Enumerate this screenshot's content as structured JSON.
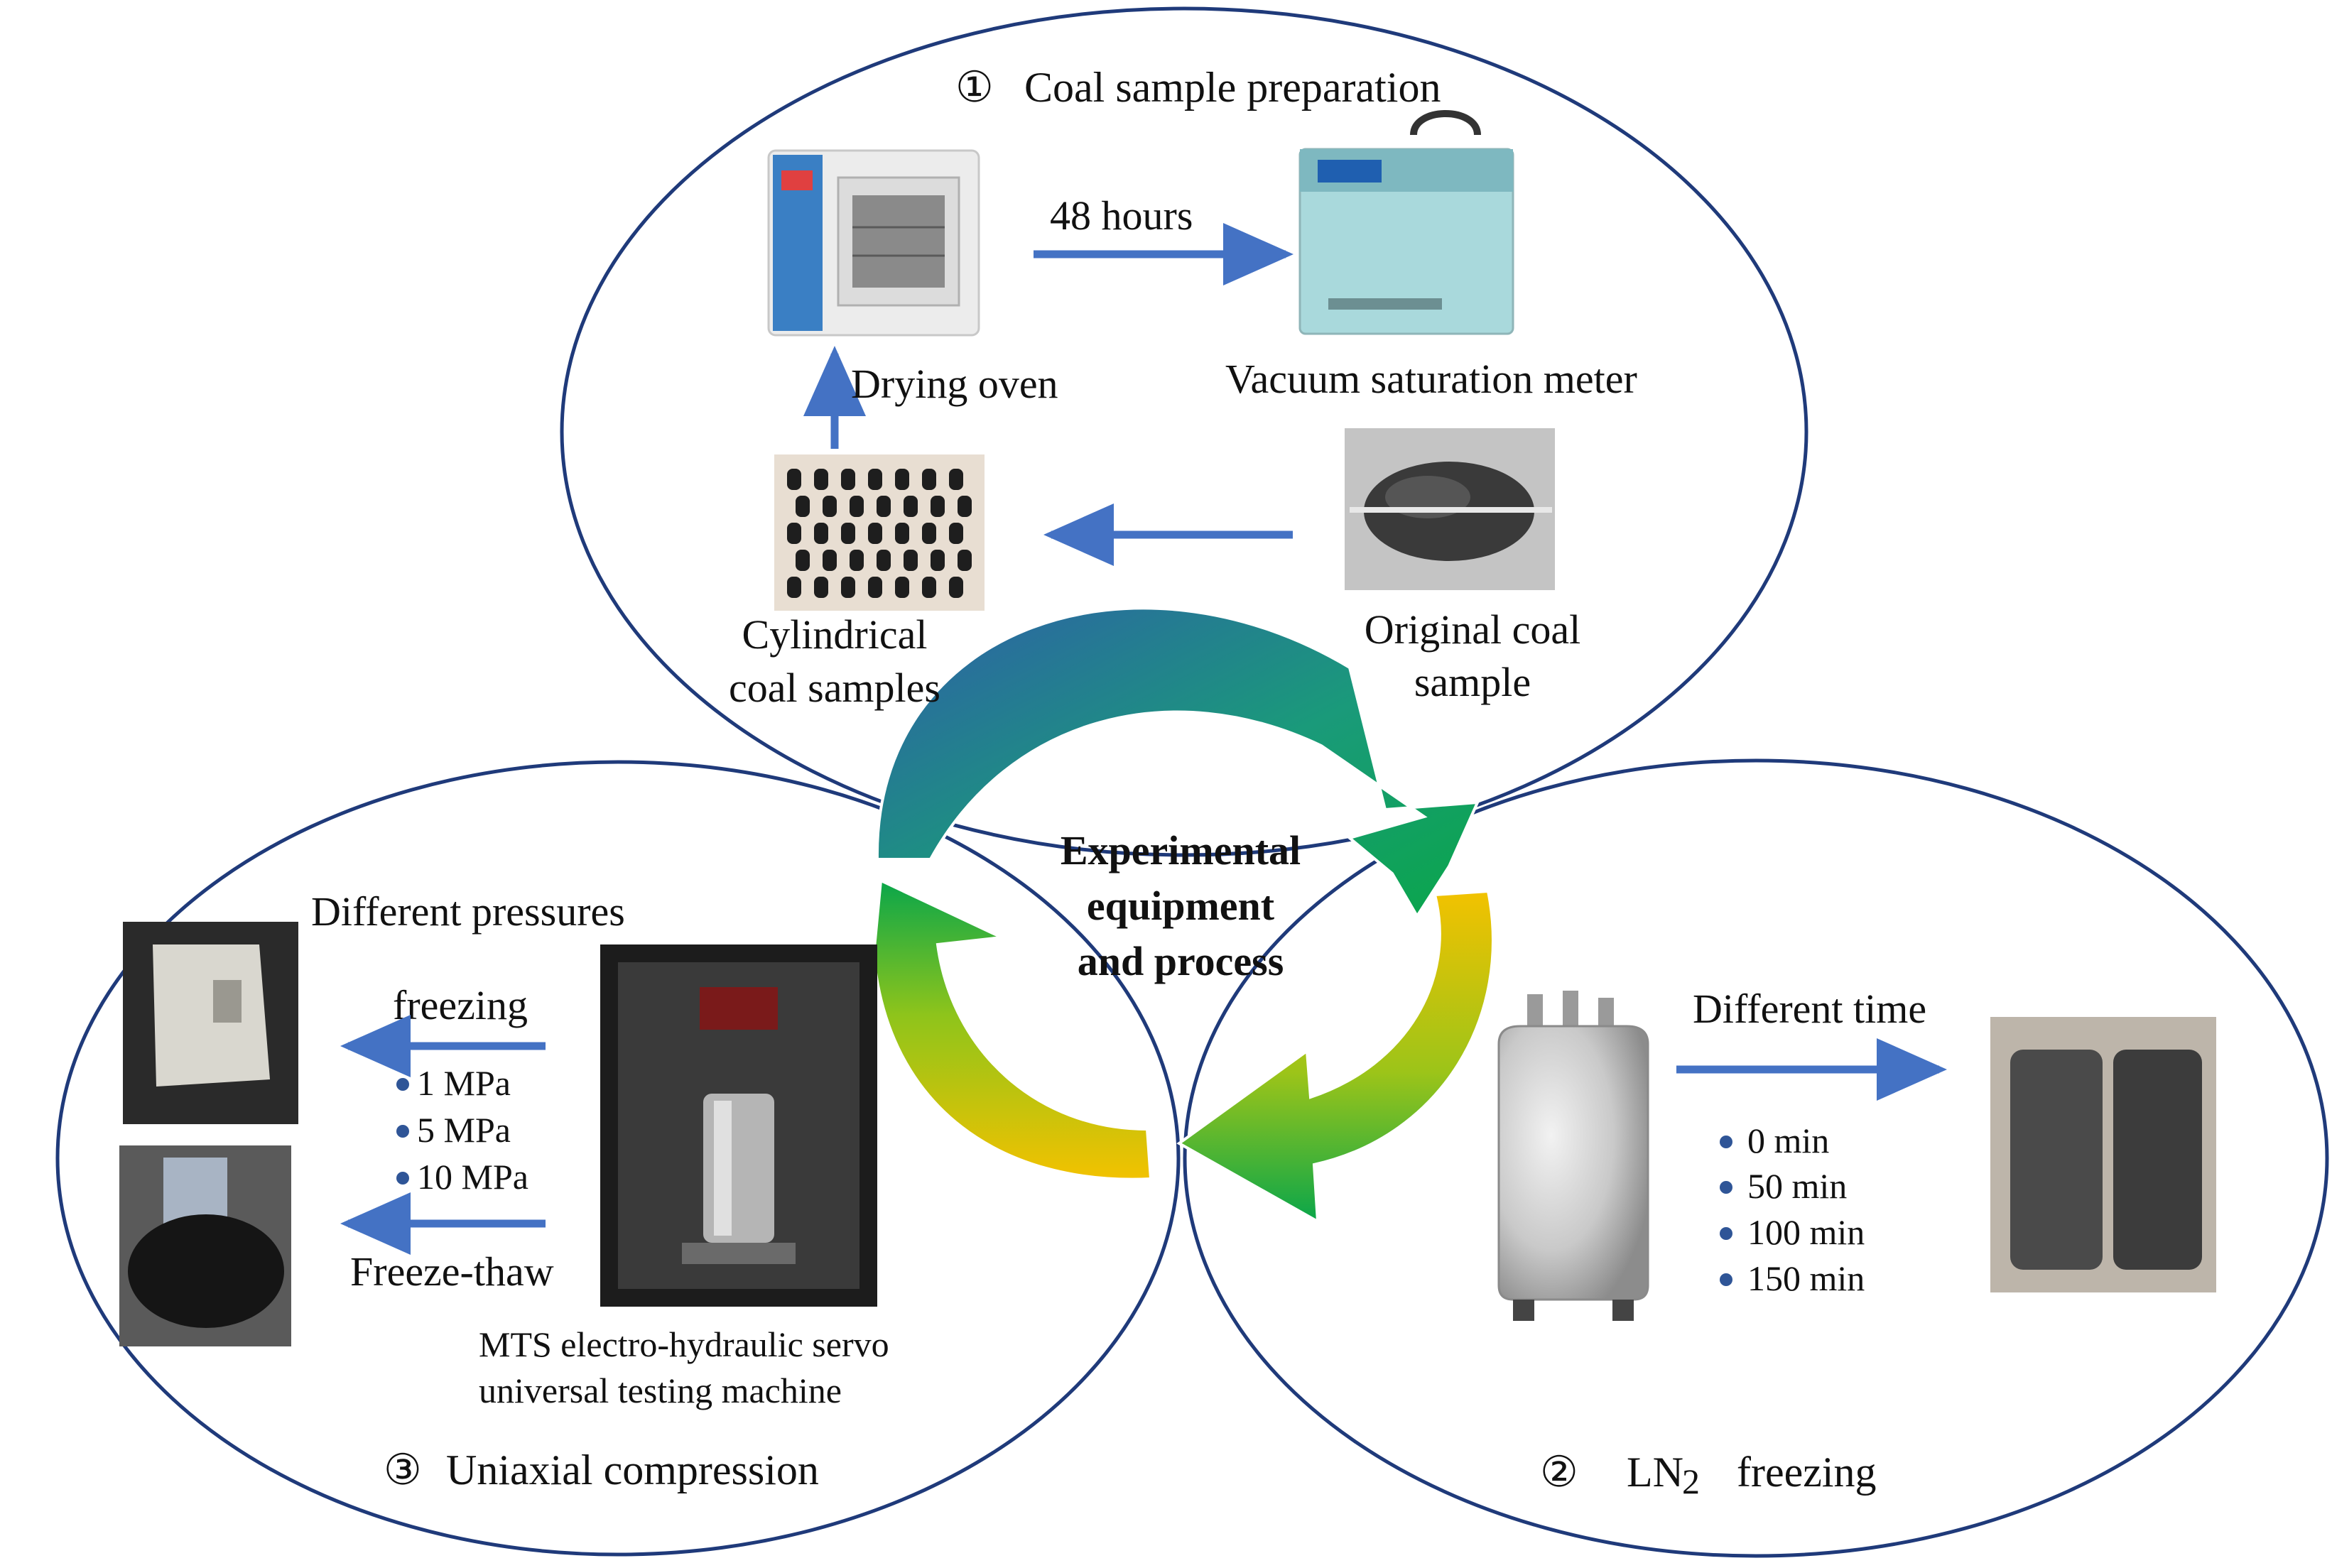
{
  "center": {
    "lines": [
      "Experimental",
      "equipment",
      "and process"
    ]
  },
  "stage1": {
    "marker": "①",
    "title": "Coal sample preparation",
    "arrow_label": "48 hours",
    "drying_oven": "Drying oven",
    "vacuum_meter": "Vacuum saturation meter",
    "cylindrical": [
      "Cylindrical",
      "coal samples"
    ],
    "original": [
      "Original coal",
      "sample"
    ]
  },
  "stage2": {
    "marker": "②",
    "title_main": "LN",
    "title_sub": "2",
    "title_rest": "freezing",
    "arrow_label": "Different time",
    "times": [
      "0  min",
      "50  min",
      "100  min",
      "150  min"
    ]
  },
  "stage3": {
    "marker": "③",
    "title": "Uniaxial compression",
    "different_pressures": "Different pressures",
    "freezing": "freezing",
    "pressures": [
      "1  MPa",
      "5  MPa",
      "10  MPa"
    ],
    "freeze_thaw": "Freeze-thaw",
    "machine": [
      "MTS electro-hydraulic servo",
      "universal testing machine"
    ]
  },
  "colors": {
    "ellipse_stroke": "#1f3a7a",
    "arrow_blue": "#4472c4",
    "bullet": "#2f5597",
    "cycle_blue": "#2e5fa8",
    "cycle_green": "#0aa64a",
    "cycle_yellow": "#f2c200"
  }
}
